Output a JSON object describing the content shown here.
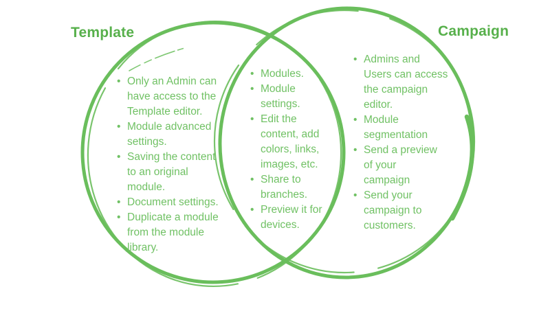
{
  "venn": {
    "bullet": "•",
    "left": {
      "title": "Template",
      "items": [
        "Only an Admin can\nhave access to the\nTemplate editor.",
        "Module advanced\nsettings.",
        "Saving the content\nto an original\nmodule.",
        "Document settings.",
        "Duplicate a module\nfrom the module\nlibrary."
      ]
    },
    "middle": {
      "items": [
        "Modules.",
        "Module\nsettings.",
        "Edit the\ncontent, add\ncolors, links,\nimages, etc.",
        "Share to\nbranches.",
        "Preview it for\ndevices."
      ]
    },
    "right": {
      "title": "Campaign",
      "items": [
        "Admins and\nUsers can access\nthe campaign\neditor.",
        "Module\nsegmentation",
        "Send a preview\nof your\ncampaign",
        "Send your\ncampaign to\ncustomers."
      ]
    },
    "colors": {
      "circle_stroke": "#6abe5c",
      "title_text": "#57b04b",
      "body_text": "#70c164",
      "background": "#ffffff"
    }
  }
}
